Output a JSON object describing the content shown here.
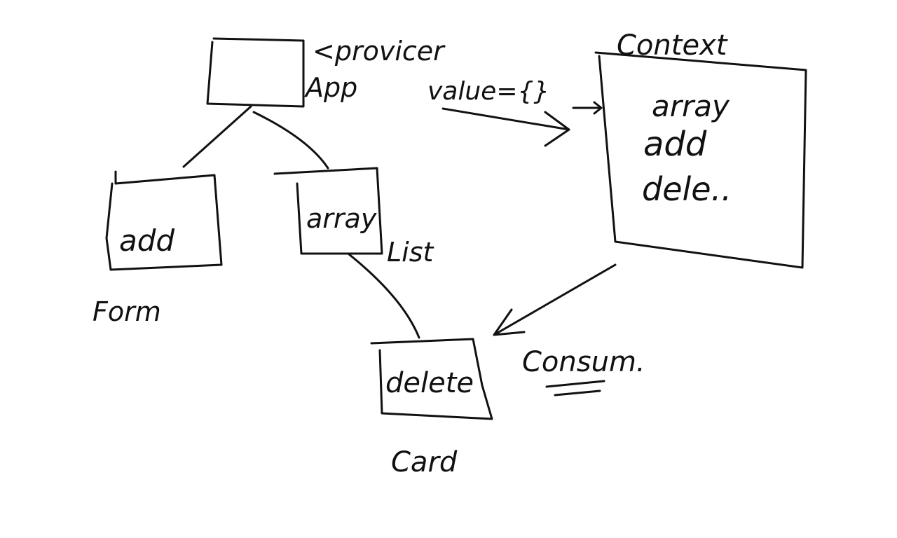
{
  "diagram": {
    "ink_color": "#111111",
    "background": "#ffffff",
    "labels": {
      "provider": "<provicer",
      "app": "App",
      "value": "value={}",
      "context": "Context",
      "form": "Form",
      "list": "List",
      "card": "Card",
      "consumer": "Consum."
    },
    "box_text": {
      "form_box": "add",
      "list_box": "array",
      "card_box": "delete",
      "context_lines": [
        "array",
        "add",
        "dele.."
      ]
    }
  }
}
